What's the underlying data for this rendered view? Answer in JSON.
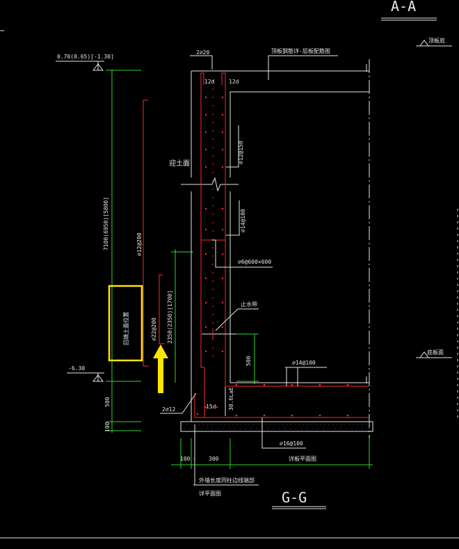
{
  "header": {
    "section_title": "A-A",
    "top_right_label": "顶板底",
    "right_label": "底板面"
  },
  "left_dims": {
    "top_level": "0.70(0.65)[-1.30]",
    "main_vertical": "7100(6950)[5800]",
    "bottom_level": "-6.30",
    "dim_500": "500",
    "dim_100": "100"
  },
  "wall": {
    "top_bars": "2⌀20",
    "top_note": "顶板钢筋详-层板配筋图",
    "anchor_12d_left": "12d",
    "anchor_12d_right": "12d",
    "tie_label": "⌀12@150",
    "outer_bar": "⌀12@200",
    "soil_label": "迎土面",
    "inner_bar": "⌀14@100",
    "stirrup": "⌀6@600×600",
    "waterstop": "止水带",
    "add_bar": "⌀22@200",
    "add_len": "2350(2350)[1700]",
    "highlight_note": "回填土面位置",
    "dim_500_inner": "500",
    "slab_bar": "⌀14@100",
    "bottom_bars": "2⌀12",
    "anchor_15d": "15d",
    "anchor_lae": "30.6LaE",
    "slab_bottom_bar": "⌀16@100",
    "slab_note": "详板平面图",
    "dim_100": "100",
    "dim_300": "300",
    "outer_note": "外墙长度同柱边线端部",
    "plan_note": "详平面图"
  },
  "footer": {
    "section_title": "G-G"
  },
  "colors": {
    "line": "#e8e8e8",
    "rebar": "#ff2b2b",
    "dim": "#2bdc2b",
    "highlight": "#ffe600",
    "arrow": "#ffe600",
    "background": "#000000"
  }
}
